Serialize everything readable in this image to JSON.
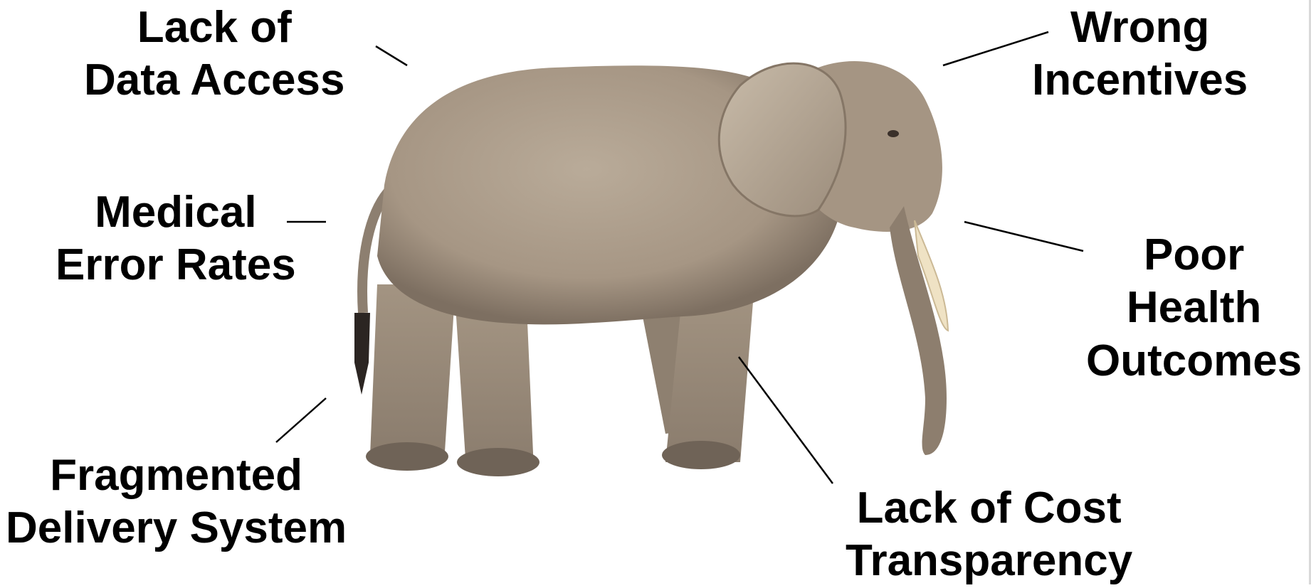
{
  "labels": {
    "lack_data_access": [
      "Lack of",
      "Data Access"
    ],
    "wrong_incentives": [
      "Wrong",
      "Incentives"
    ],
    "medical_error_rates": [
      "Medical",
      "Error Rates"
    ],
    "poor_health_outcomes": [
      "Poor",
      "Health",
      "Outcomes"
    ],
    "fragmented_delivery": [
      "Fragmented",
      "Delivery System"
    ],
    "lack_cost_transparency": [
      "Lack of Cost",
      "Transparency"
    ]
  },
  "colors": {
    "text": "#000000",
    "leader_line": "#000000"
  },
  "image": {
    "subject": "elephant"
  }
}
